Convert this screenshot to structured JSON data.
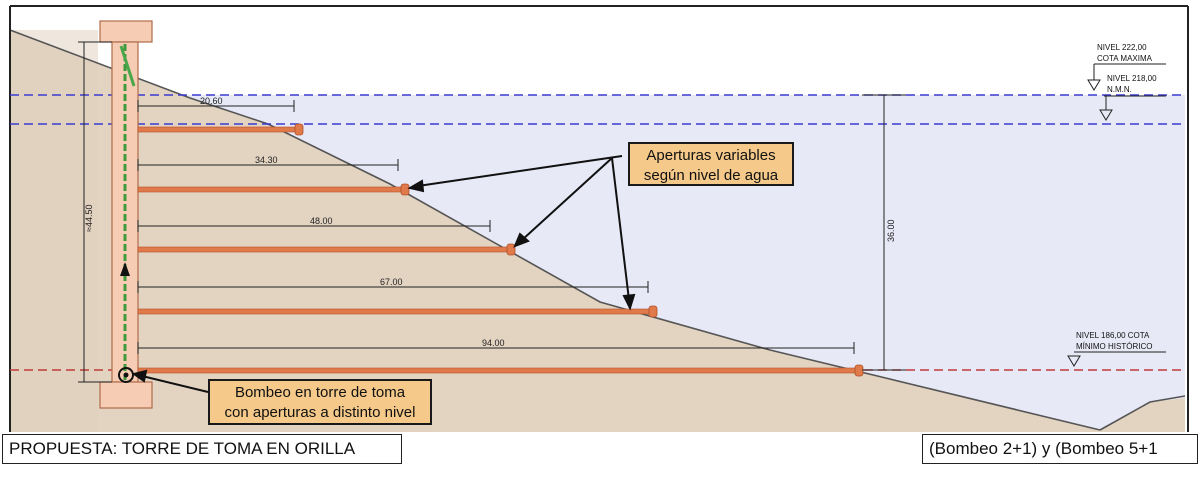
{
  "diagram": {
    "levels": {
      "max": {
        "line1": "NIVEL 222,00",
        "line2": "COTA MAXIMA"
      },
      "nmn": {
        "line1": "NIVEL 218,00",
        "line2": "N.M.N."
      },
      "min": {
        "line1": "NIVEL 186,00 COTA",
        "line2": "MÍNIMO HISTÓRICO"
      }
    },
    "pipe_lengths": [
      "20.60",
      "34.30",
      "48.00",
      "67.00",
      "94.00"
    ],
    "tower_height": "≈44.50",
    "water_depth": "36.00",
    "callouts": {
      "aperturas": [
        "Aperturas variables",
        "según nivel de agua"
      ],
      "bombeo": [
        "Bombeo en torre de toma",
        "con aperturas a distinto nivel"
      ]
    },
    "footer": {
      "title": "PROPUESTA: TORRE DE TOMA EN ORILLA",
      "config": "(Bombeo 2+1) y (Bombeo 5+1"
    },
    "colors": {
      "soil": "#e3d4c2",
      "water": "#e8e9f7",
      "tower": "#f6cdb4",
      "pipe": "#e07a4a",
      "max_line": "#3a3ad0",
      "min_line": "#c03a3a",
      "callout": "#f4c98a"
    }
  }
}
